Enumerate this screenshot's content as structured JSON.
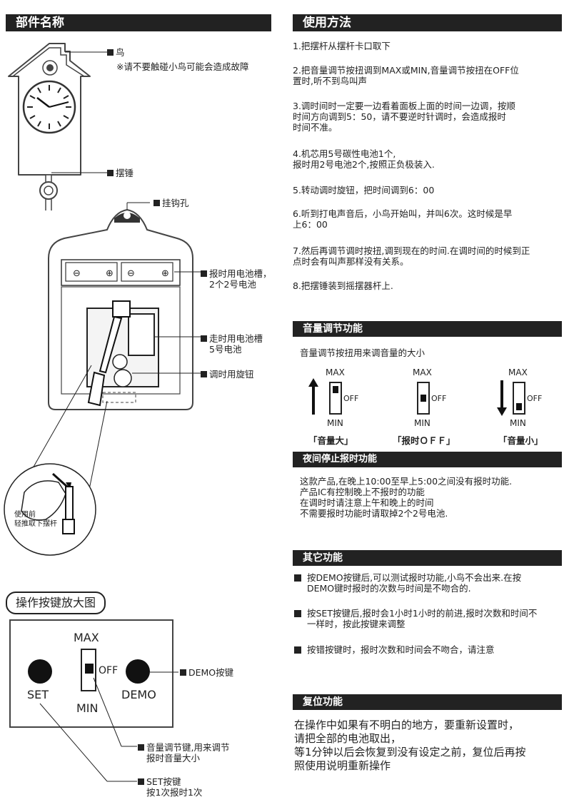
{
  "left": {
    "parts_header": "部件名称",
    "labels": {
      "bird": "鸟",
      "bird_note": "※请不要触碰小鸟可能会造成故障",
      "pendulum": "摆锤",
      "hook_hole": "挂钩孔",
      "chime_battery": "报时用电池槽，\n2个2号电池",
      "clock_battery": "走时用电池槽\n5号电池",
      "time_knob": "调时用旋钮",
      "hint": "使用前\n轻推取下摆杆"
    },
    "keys_header": "操作按键放大图",
    "panel": {
      "max": "MAX",
      "min": "MIN",
      "off": "OFF",
      "set": "SET",
      "demo": "DEMO"
    },
    "callouts": {
      "demo_key": "DEMO按键",
      "volume_key": "音量调节键,用来调节\n报时音量大小",
      "set_key": "SET按键\n按1次报时1次"
    }
  },
  "right": {
    "usage_header": "使用方法",
    "steps": [
      "1.把摆杆从摆杆卡口取下",
      "2.把音量调节按扭调到MAX或MIN,音量调节按扭在OFF位\n   置时,听不到鸟叫声",
      "3.调时间时一定要一边看着面板上面的时间一边调，按顺\n   时间方向调到5：50，请不要逆时针调时，会造成报时\n   时间不准。",
      "4.机芯用5号碳性电池1个,\n   报时用2号电池2个,按照正负极装入.",
      "5.转动调时旋钮，把时间调到6：00",
      "6.听到打电声音后，小鸟开始叫，并叫6次。这时候是早\n   上6：00",
      "7.然后再调节调时按扭,调到现在的时间.在调时间的时候到正\n   点时会有叫声那样没有关系。",
      "8.把摆锤装到摇摆器杆上."
    ],
    "volume_header": "音量调节功能",
    "volume_desc": "音量调节按扭用来调音量的大小",
    "volume_items": [
      {
        "max": "MAX",
        "min": "MIN",
        "off": "OFF",
        "caption": "「音量大」"
      },
      {
        "max": "MAX",
        "min": "MIN",
        "off": "OFF",
        "caption": "「报时ＯＦＦ」"
      },
      {
        "max": "MAX",
        "min": "MIN",
        "off": "OFF",
        "caption": "「音量小」"
      }
    ],
    "night_header": "夜间停止报时功能",
    "night_text": "这款产品,在晚上10:00至早上5:00之间没有报时功能.\n产品IC有控制晚上不报时的功能\n在调时时请注意上午和晚上的时间\n不需要报时功能时请取掉2个2号电池.",
    "other_header": "其它功能",
    "other_items": [
      "按DEMO按键后,可以测试报时功能,小鸟不会出来.在按\nDEMO键时报时的次数与时间是不吻合的.",
      "按SET按键后,报时会1小时1小时的前进,报时次数和时间不\n一样时，按此按键来调整",
      "按错按键时，报时次数和时间会不吻合，请注意"
    ],
    "reset_header": "复位功能",
    "reset_text": "在操作中如果有不明白的地方，要重新设置时，\n请把全部的电池取出，\n等1分钟以后会恢复到没有设定之前，复位后再按\n照使用说明重新操作"
  },
  "colors": {
    "header_bg": "#222222",
    "line": "#222222",
    "bg": "#ffffff"
  }
}
